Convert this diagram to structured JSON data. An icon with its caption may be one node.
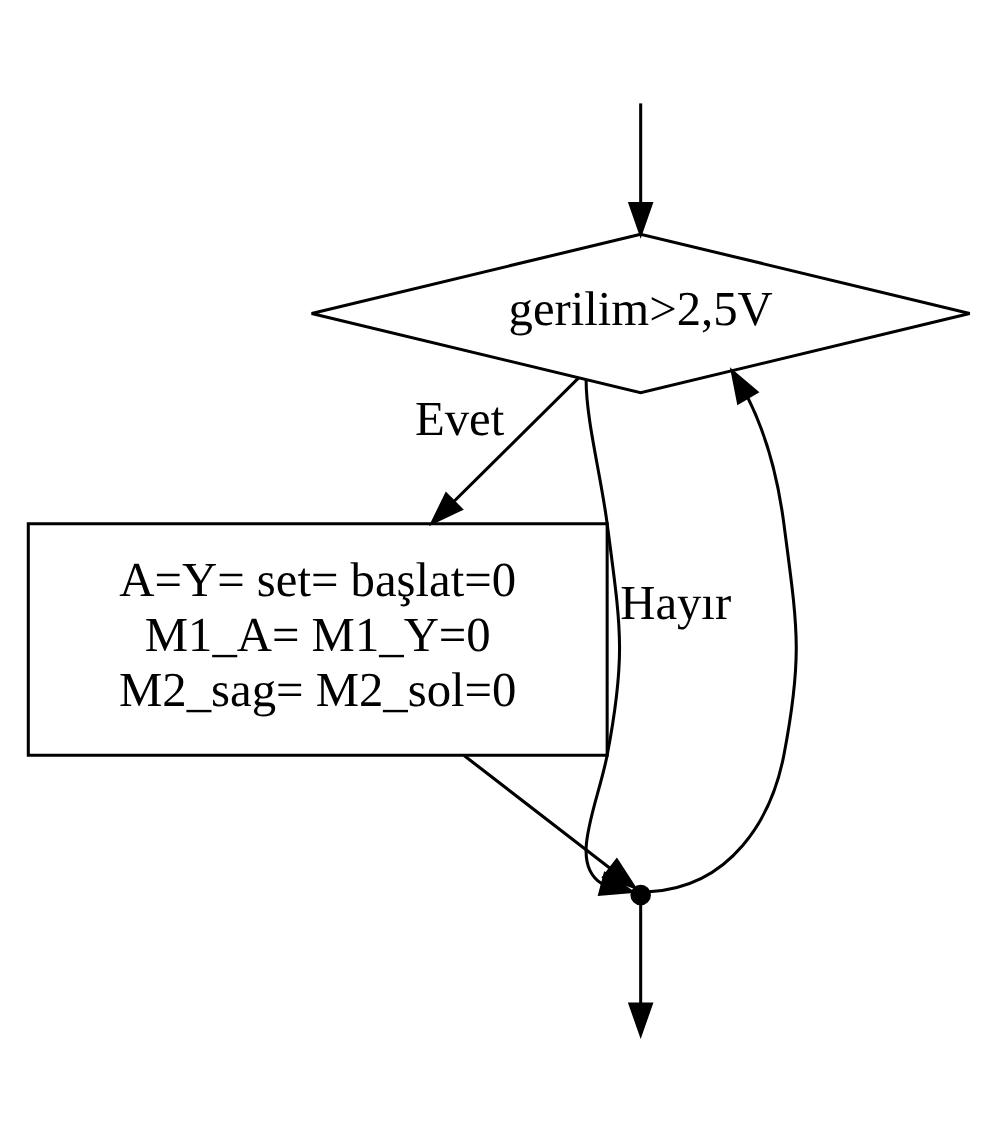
{
  "diagram": {
    "nodes": [
      {
        "text": [
          "gerilim>2,5V"
        ]
      },
      {
        "text": [
          "A=Y= set= başlat=0",
          "M1_A= M1_Y=0",
          "M2_sag= M2_sol=0"
        ]
      },
      {
        "text": [],
        "shape": "point"
      }
    ],
    "edges": [
      {
        "from": null,
        "to": 0,
        "arrow": "to"
      },
      {
        "from": 0,
        "to": 2,
        "arrow": "to",
        "label": "Hayır"
      },
      {
        "from": 0,
        "to": 1,
        "arrow": "to",
        "label": "Evet"
      },
      {
        "from": 1,
        "to": 2,
        "arrow": "to"
      },
      {
        "from": 2,
        "to": null,
        "arrow": "to"
      },
      {
        "from": 2,
        "to": 0,
        "arrow": "to"
      }
    ]
  }
}
